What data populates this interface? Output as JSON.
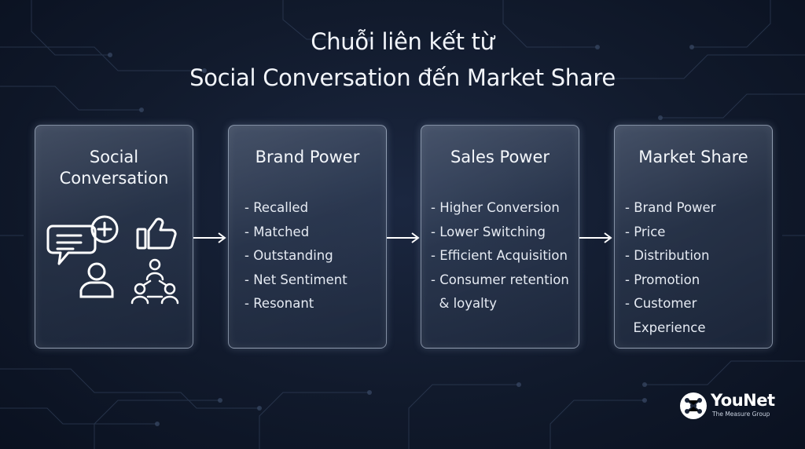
{
  "title": {
    "line1": "Chuỗi liên kết từ",
    "line2": "Social Conversation đến Market Share"
  },
  "cards": [
    {
      "title_line1": "Social",
      "title_line2": "Conversation",
      "icons": [
        "chat-plus-icon",
        "thumbs-up-icon",
        "user-icon",
        "user-network-icon"
      ]
    },
    {
      "title": "Brand Power",
      "items": [
        "- Recalled",
        "- Matched",
        "- Outstanding",
        "- Net Sentiment",
        "- Resonant"
      ]
    },
    {
      "title": "Sales Power",
      "items": [
        "- Higher Conversion",
        "- Lower Switching",
        "- Efficient Acquisition",
        "- Consumer retention",
        "  & loyalty"
      ]
    },
    {
      "title": "Market Share",
      "items": [
        "- Brand Power",
        "- Price",
        "- Distribution",
        "- Promotion",
        "- Customer",
        "  Experience"
      ]
    }
  ],
  "logo": {
    "name": "YouNet",
    "tagline": "The Measure Group"
  },
  "colors": {
    "background": "#111a2c",
    "text": "#eef2f8",
    "arrow": "#ffffff"
  }
}
